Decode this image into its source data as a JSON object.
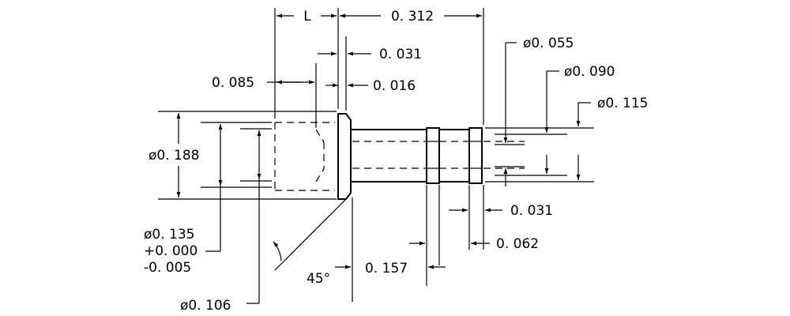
{
  "dimensions": {
    "length_L": "L",
    "length_312": "0. 312",
    "collar_031": "0. 031",
    "depth_085": "0. 085",
    "flange_016": "0. 016",
    "dia_055": "ø0. 055",
    "dia_090": "ø0. 090",
    "dia_115": "ø0. 115",
    "dia_188": "ø0. 188",
    "groove_031": "0. 031",
    "groove_062": "0. 062",
    "dia_135_line1": "ø0. 135",
    "dia_135_line2": "+0. 000",
    "dia_135_line3": "-0. 005",
    "angle": "45°",
    "pos_157": "0. 157",
    "dia_106": "ø0. 106"
  }
}
